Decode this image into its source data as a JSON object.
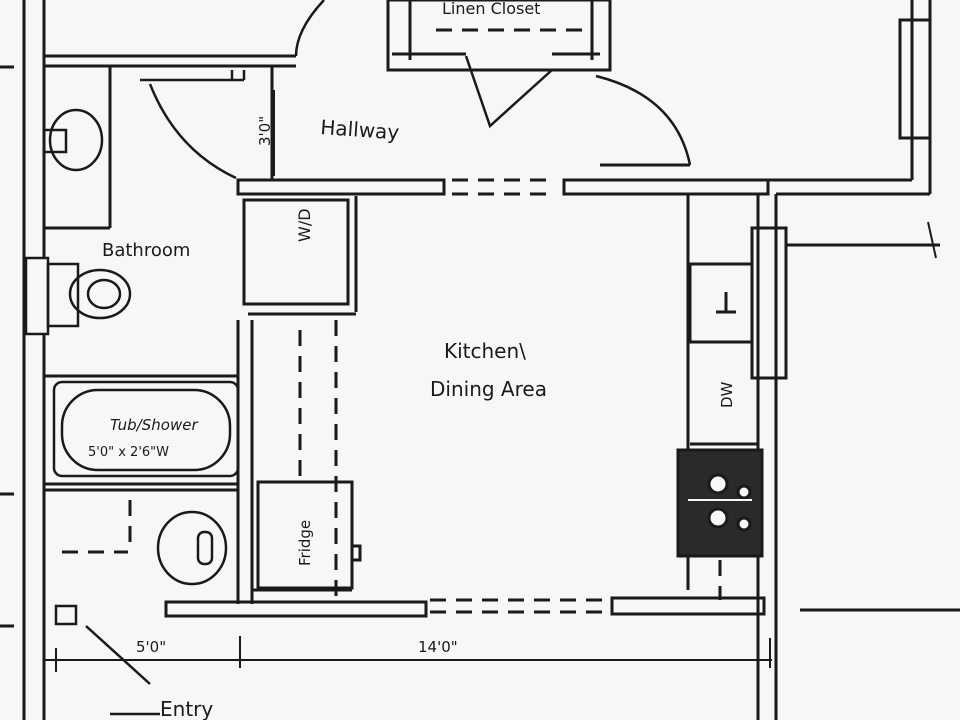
{
  "colors": {
    "ink": "#1a1a1a",
    "paper": "#f7f7f5"
  },
  "rooms": {
    "linen_closet": "Linen Closet",
    "hallway": "Hallway",
    "bathroom": "Bathroom",
    "kitchen": "Kitchen\\",
    "dining_area": "Dining Area",
    "entry": "Entry"
  },
  "fixtures": {
    "washer_dryer": "W/D",
    "tub_shower": "Tub/Shower",
    "tub_size": "5'0\" x 2'6\"W",
    "dishwasher": "DW",
    "fridge": "Fridge"
  },
  "dimensions": {
    "hall_width": "3'0\"",
    "bath_width": "5'0\"",
    "kitchen_width": "14'0\""
  }
}
